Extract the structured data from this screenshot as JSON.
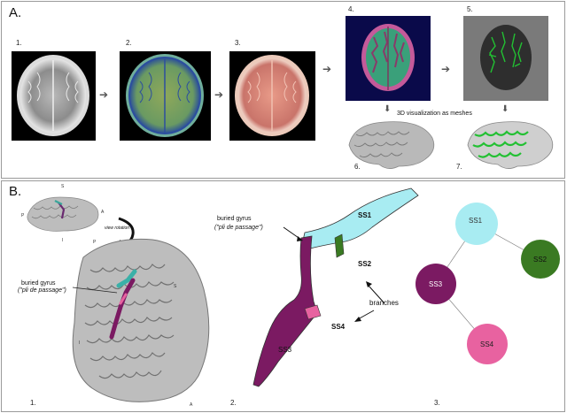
{
  "panel_a": {
    "label": "A.",
    "steps": [
      "1.",
      "2.",
      "3.",
      "4.",
      "5.",
      "6.",
      "7."
    ],
    "caption_3d": "3D visualization as meshes"
  },
  "panel_b": {
    "label": "B.",
    "bottom_labels": [
      "1.",
      "2.",
      "3."
    ],
    "buried_gyrus": "buried gyrus",
    "pli_de_passage": "(\"pli de passage\")",
    "view_rotation": "view rotation",
    "orient": {
      "s": "S",
      "a": "A",
      "p": "P",
      "i": "I"
    },
    "segments": {
      "ss1": "SS1",
      "ss2": "SS2",
      "ss3": "SS3",
      "ss4": "SS4"
    },
    "branches": "branches",
    "graph_nodes": [
      {
        "label": "SS1",
        "color": "#a8ecf2"
      },
      {
        "label": "SS2",
        "color": "#3a7a22"
      },
      {
        "label": "SS3",
        "color": "#7b1a62"
      },
      {
        "label": "SS4",
        "color": "#e862a0"
      }
    ]
  }
}
